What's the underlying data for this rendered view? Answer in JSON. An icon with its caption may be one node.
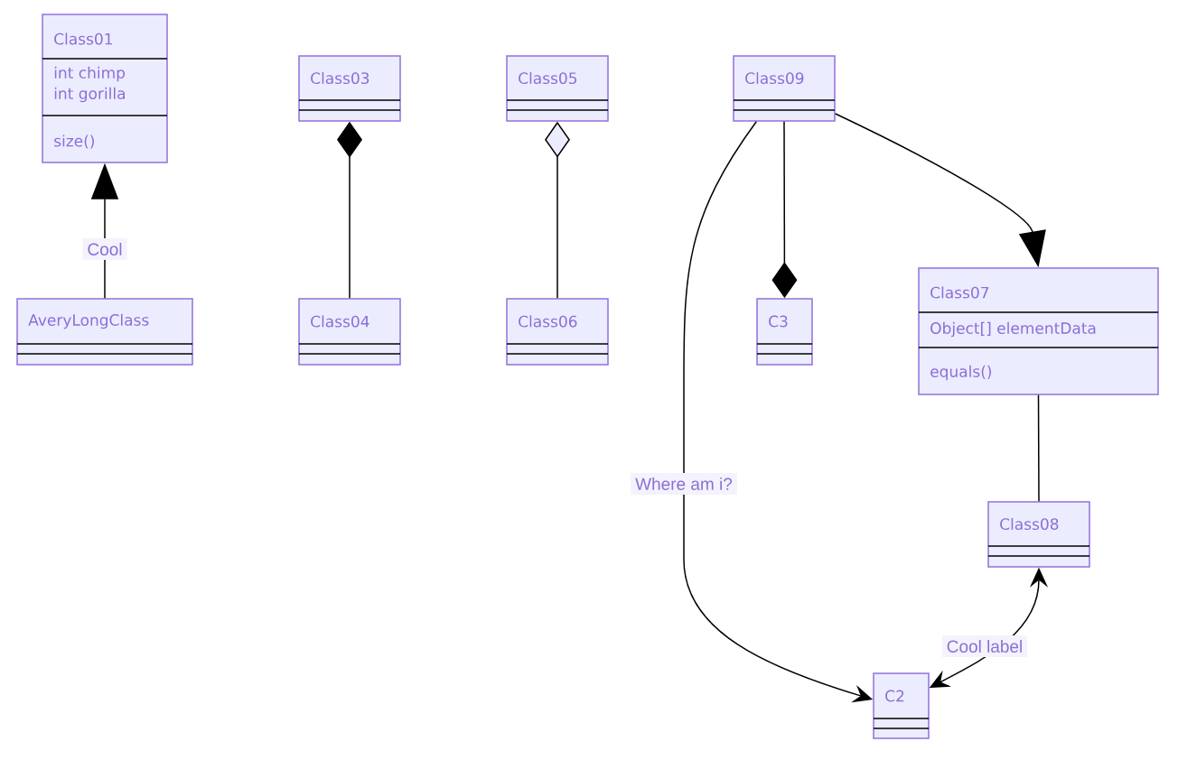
{
  "diagram": {
    "nodes": [
      {
        "text": [
          "Class01",
          "int chimp",
          "int gorilla",
          "size()"
        ]
      },
      {
        "text": [
          "AveryLongClass"
        ]
      },
      {
        "text": [
          "Class03"
        ]
      },
      {
        "text": [
          "Class04"
        ]
      },
      {
        "text": [
          "Class05"
        ]
      },
      {
        "text": [
          "Class06"
        ]
      },
      {
        "text": [
          "Class09"
        ]
      },
      {
        "text": [
          "C3"
        ]
      },
      {
        "text": [
          "Class07",
          "Object[] elementData",
          "equals()"
        ]
      },
      {
        "text": [
          "Class08"
        ]
      },
      {
        "text": [
          "C2"
        ]
      }
    ],
    "edges": [
      {
        "from": 1,
        "to": 0,
        "arrow": "to",
        "label": "Cool"
      },
      {
        "from": 3,
        "to": 2,
        "arrow": "other"
      },
      {
        "from": 5,
        "to": 4,
        "arrow": "other"
      },
      {
        "from": 6,
        "to": 10,
        "arrow": "to",
        "label": "Where am i?"
      },
      {
        "from": 6,
        "to": 7,
        "arrow": "other"
      },
      {
        "from": 6,
        "to": 8,
        "arrow": "to"
      },
      {
        "from": 8,
        "to": 9,
        "arrow": "none"
      },
      {
        "from": 9,
        "to": 10,
        "arrow": "both",
        "label": "Cool label"
      }
    ]
  }
}
